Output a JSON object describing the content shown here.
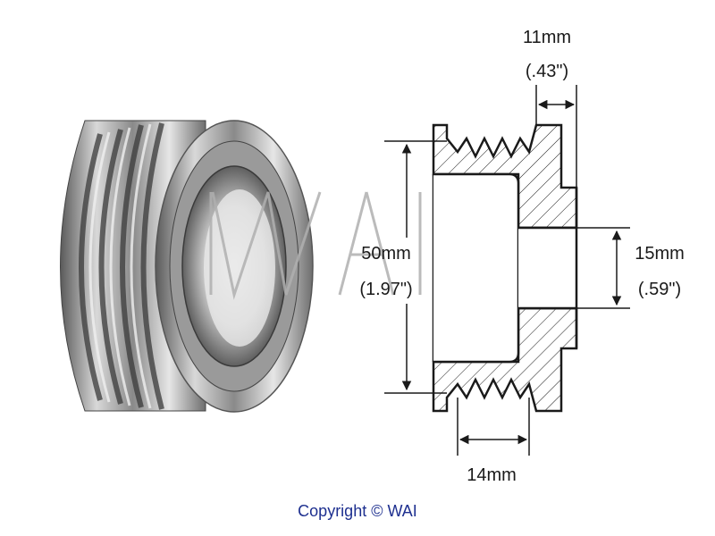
{
  "dimensions": {
    "top_width": {
      "mm": "11mm",
      "inch": "(.43\")"
    },
    "outer_diameter": {
      "mm": "50mm",
      "inch": "(1.97\")"
    },
    "inner_bore": {
      "mm": "15mm",
      "inch": "(.59\")"
    },
    "bottom_width": {
      "mm": "14mm"
    }
  },
  "watermark_text": "WAI",
  "footer": {
    "copyright": "Copyright © WAI"
  },
  "colors": {
    "copyright": "#1d2f8f",
    "line": "#1a1a1a",
    "watermark": "#b0b0b0"
  },
  "icons": {
    "product": "pulley-photo",
    "drawing": "pulley-cross-section"
  }
}
